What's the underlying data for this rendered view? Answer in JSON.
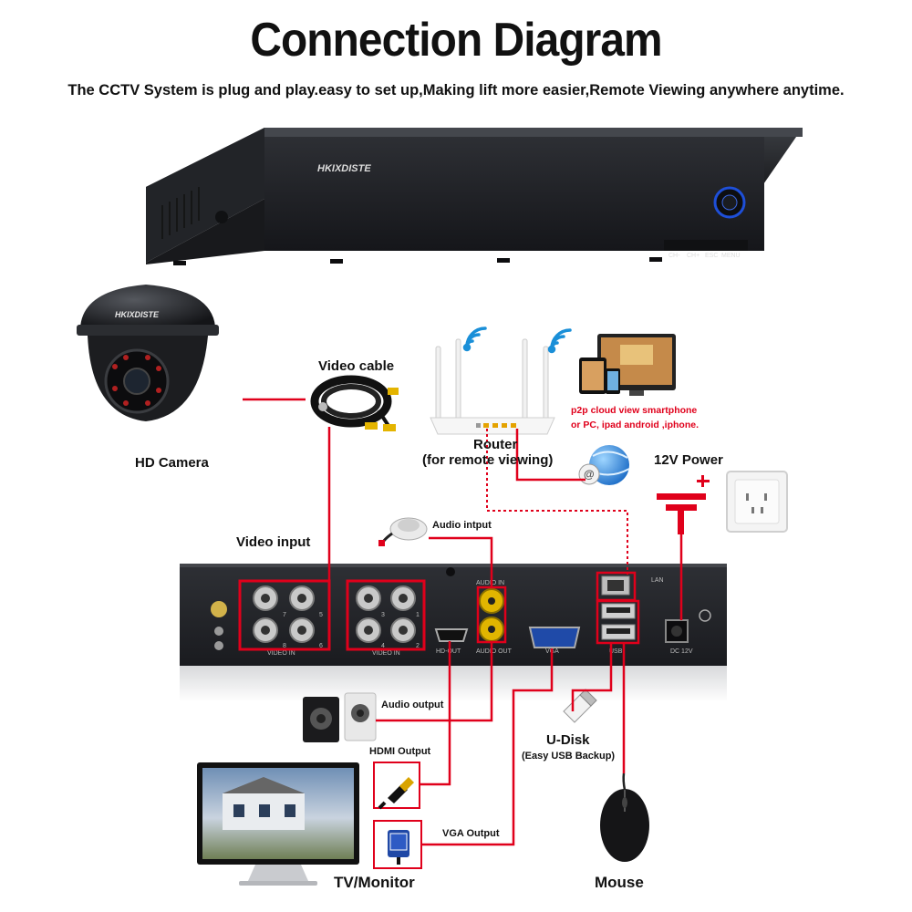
{
  "header": {
    "title": "Connection Diagram",
    "subtitle": "The CCTV System is plug and play.easy to set up,Making lift more easier,Remote Viewing anywhere anytime."
  },
  "dvr_front": {
    "brand": "HKIXDISTE",
    "buttons": [
      "CH-",
      "CH+",
      "ESC",
      "MENU"
    ]
  },
  "camera": {
    "brand": "HKIXDISTE",
    "label": "HD Camera"
  },
  "labels": {
    "video_cable": "Video cable",
    "router": "Router",
    "router_note": "(for remote viewing)",
    "p2p_line1": "p2p cloud  view smartphone",
    "p2p_line2": "or PC, ipad android ,iphone.",
    "power": "12V Power",
    "video_input": "Video input",
    "audio_input": "Audio intput",
    "audio_output": "Audio output",
    "hdmi_output": "HDMI Output",
    "vga_output": "VGA Output",
    "udisk": "U-Disk",
    "udisk_note": "(Easy USB Backup)",
    "tv_monitor": "TV/Monitor",
    "mouse": "Mouse"
  },
  "dvr_back": {
    "video_in_left": "VIDEO IN",
    "video_in_right": "VIDEO IN",
    "audio_in": "AUDIO IN",
    "audio_out": "AUDIO OUT",
    "hd_out": "HD-OUT",
    "vga": "VGA",
    "lan": "LAN",
    "usb": "USB",
    "dc": "DC 12V",
    "bnc_numbers": [
      "7",
      "5",
      "3",
      "1",
      "8",
      "6",
      "4",
      "2"
    ]
  },
  "colors": {
    "accent": "#e0001b",
    "device": "#2b2d31"
  }
}
